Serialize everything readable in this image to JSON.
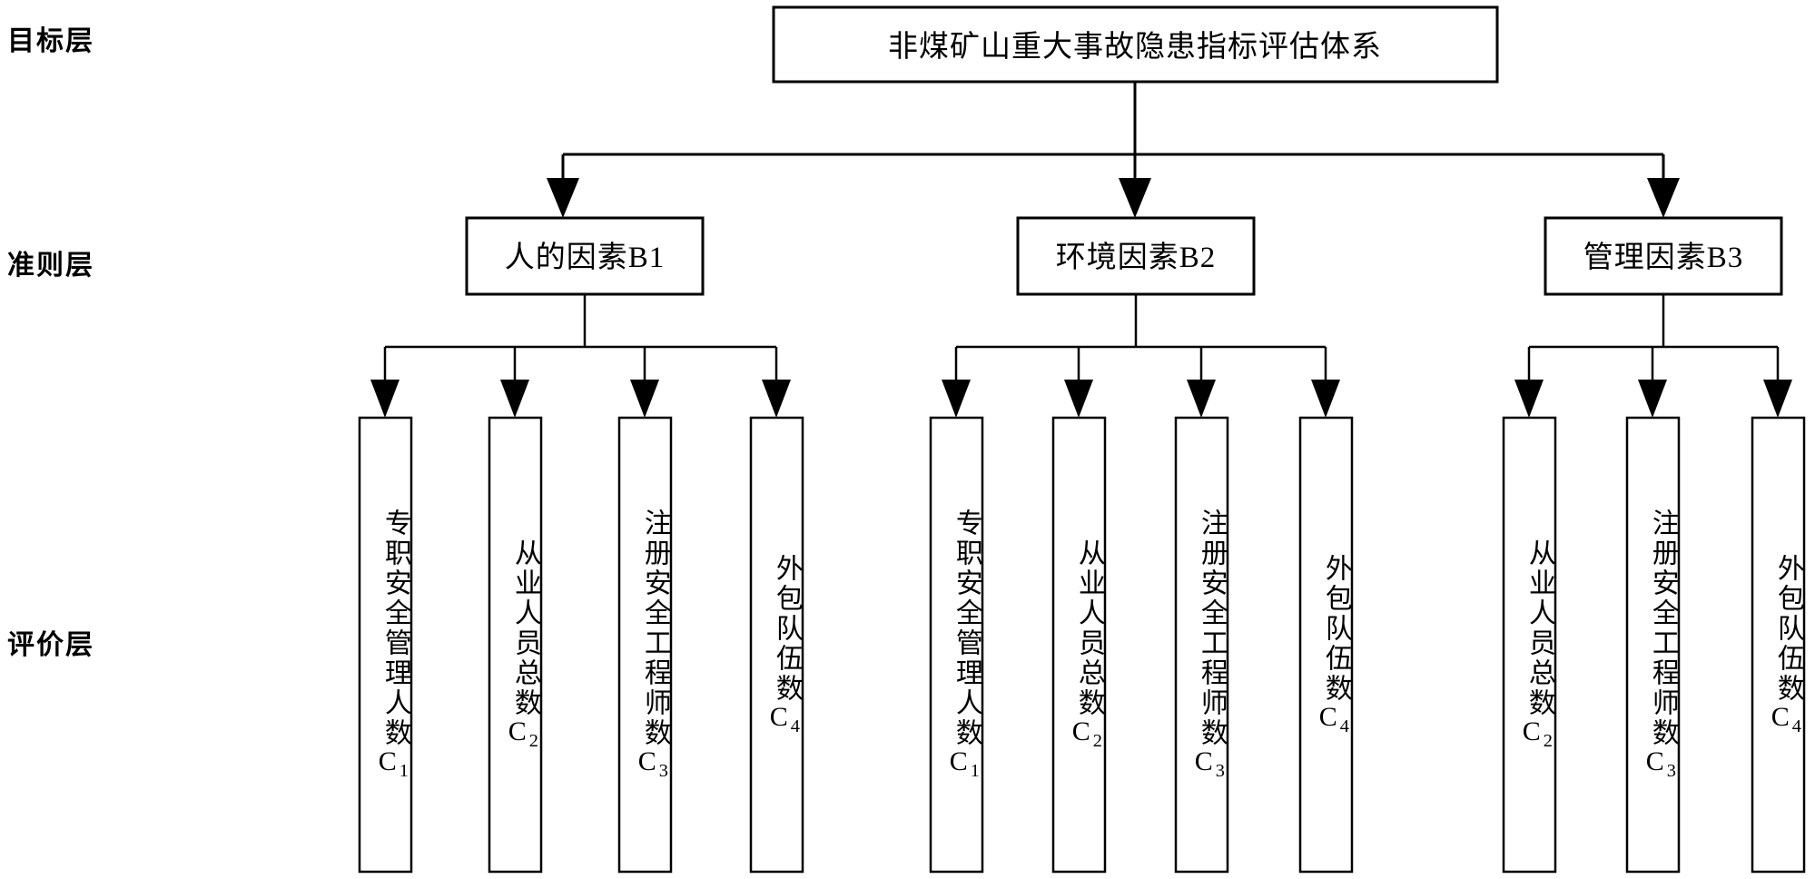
{
  "diagram": {
    "title": "非煤矿山重大事故隐患指标评估体系",
    "layer_labels": {
      "goal": "目标层",
      "criteria": "准则层",
      "evaluation": "评价层"
    },
    "goal": {
      "label": "非煤矿山重大事故隐患指标评估体系"
    },
    "criteria": [
      {
        "id": "B1",
        "label": "人的因素B1"
      },
      {
        "id": "B2",
        "label": "环境因素B2"
      },
      {
        "id": "B3",
        "label": "管理因素B3"
      }
    ],
    "groups": [
      {
        "parent": "B1",
        "leaves": [
          {
            "main": "专职安全管理人数",
            "code": "C",
            "sub": "1"
          },
          {
            "main": "从业人员总数",
            "code": "C",
            "sub": "2"
          },
          {
            "main": "注册安全工程师数",
            "code": "C",
            "sub": "3"
          },
          {
            "main": "外包队伍数",
            "code": "C",
            "sub": "4"
          }
        ]
      },
      {
        "parent": "B2",
        "leaves": [
          {
            "main": "专职安全管理人数",
            "code": "C",
            "sub": "1"
          },
          {
            "main": "从业人员总数",
            "code": "C",
            "sub": "2"
          },
          {
            "main": "注册安全工程师数",
            "code": "C",
            "sub": "3"
          },
          {
            "main": "外包队伍数",
            "code": "C",
            "sub": "4"
          }
        ]
      },
      {
        "parent": "B3",
        "leaves": [
          {
            "main": "从业人员总数",
            "code": "C",
            "sub": "2"
          },
          {
            "main": "注册安全工程师数",
            "code": "C",
            "sub": "3"
          },
          {
            "main": "外包队伍数",
            "code": "C",
            "sub": "4"
          }
        ]
      }
    ],
    "colors": {
      "stroke": "#000000",
      "background": "#ffffff",
      "text": "#000000"
    }
  }
}
